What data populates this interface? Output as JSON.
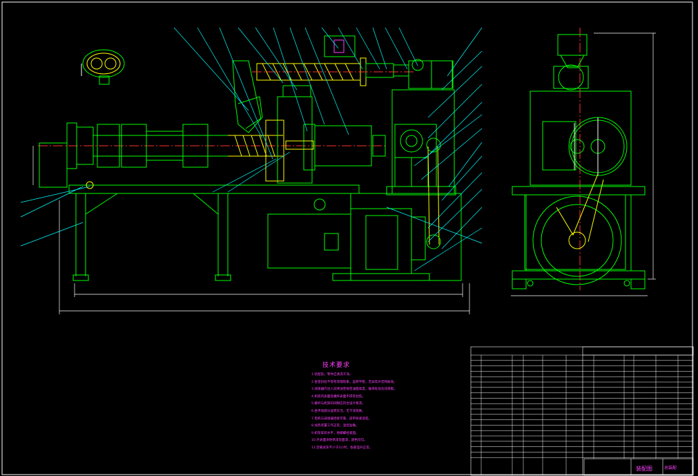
{
  "drawing": {
    "colors": {
      "background": "#000000",
      "outline": "#00ff00",
      "leader": "#00ffff",
      "text": "#ff40ff",
      "centerline": "#ff3030",
      "part": "#ffff00",
      "frame": "#ffffff"
    },
    "tech_requirements": {
      "title": "技术要求",
      "lines": [
        "1.装配前，零件应清洗干净。",
        "2.各密封处不得有渗漏现象，运转平稳，无异常声音和振动。",
        "3.减速器内注入润滑油至规定油面高度，轴承处加注润滑脂。",
        "4.机筒内表面及螺杆表面不得有划伤。",
        "5.螺杆与机筒的间隙应符合设计要求。",
        "6.各传动部分运转灵活，无卡滞现象。",
        "7.电机与减速器连接可靠，皮带张紧适度。",
        "8.加热装置工作正常，温控准确。",
        "9.机架安装水平，地脚螺栓紧固。",
        "10.外表面涂防锈漆及面漆，颜色均匀。",
        "11.空载试车不少于2小时，各部温升正常。"
      ]
    },
    "title_block": {
      "name": "装配图",
      "code": "总装配"
    }
  }
}
